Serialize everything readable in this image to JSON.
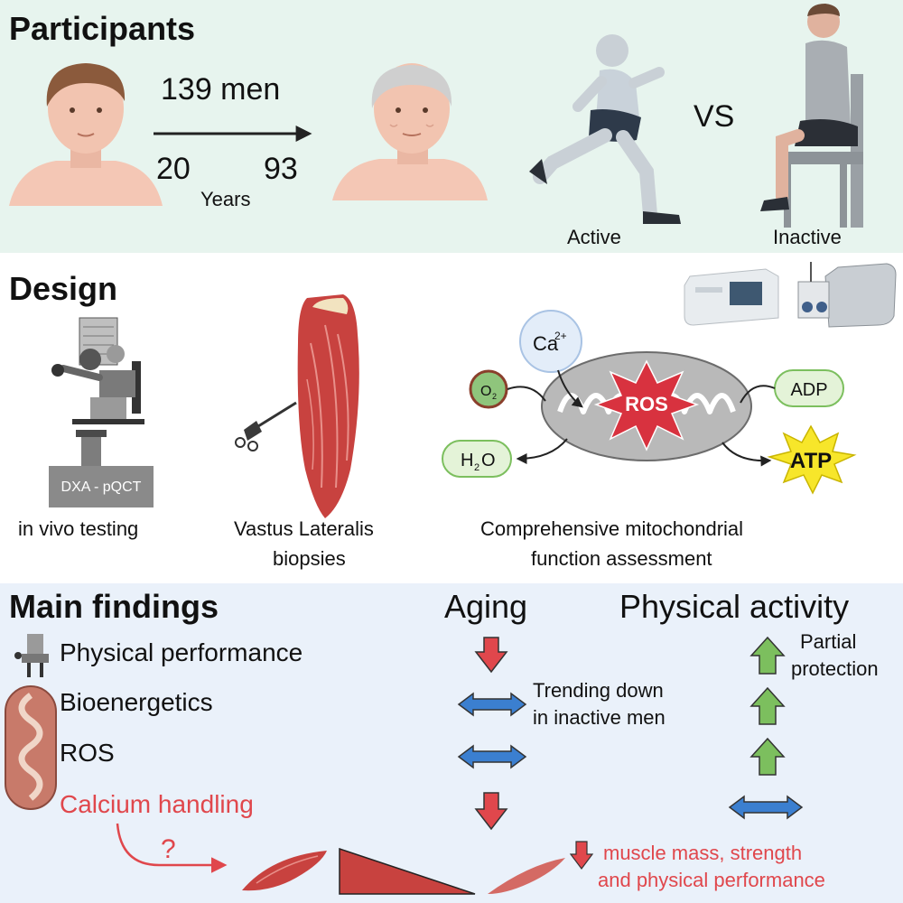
{
  "participants": {
    "heading": "Participants",
    "count_label": "139 men",
    "age_start": "20",
    "age_end": "93",
    "years_label": "Years",
    "vs_label": "VS",
    "active_label": "Active",
    "inactive_label": "Inactive"
  },
  "design": {
    "heading": "Design",
    "scanner_label": "DXA - pQCT",
    "in_vivo_label": "in vivo testing",
    "biopsy_label_line1": "Vastus Lateralis",
    "biopsy_label_line2": "biopsies",
    "mito_label_line1": "Comprehensive mitochondrial",
    "mito_label_line2": "function assessment",
    "calcium_label": "Ca",
    "calcium_charge": "2+",
    "oxygen_label": "O",
    "oxygen_sub": "2",
    "ros_label": "ROS",
    "adp_label": "ADP",
    "water_label_h": "H",
    "water_sub": "2",
    "water_label_o": "O",
    "atp_label": "ATP"
  },
  "findings": {
    "heading": "Main findings",
    "col_aging": "Aging",
    "col_activity": "Physical activity",
    "rows": {
      "performance": "Physical performance",
      "bioenergetics": "Bioenergetics",
      "ros": "ROS",
      "calcium": "Calcium handling"
    },
    "trend_note_line1": "Trending down",
    "trend_note_line2": "in inactive men",
    "partial_line1": "Partial",
    "partial_line2": "protection",
    "question_mark": "?",
    "outcome_line1": "muscle mass, strength",
    "outcome_line2": "and physical performance"
  },
  "colors": {
    "panel_top_bg": "#e7f4ee",
    "panel_bottom_bg": "#eaf1fa",
    "red_arrow": "#d9454a",
    "green_arrow": "#7cbf5e",
    "blue_arrow": "#3b7fd0",
    "muscle_red": "#c8423f",
    "calcium_text": "#d9454a",
    "ros_star": "#d8323f",
    "atp_star": "#f7e62a"
  }
}
